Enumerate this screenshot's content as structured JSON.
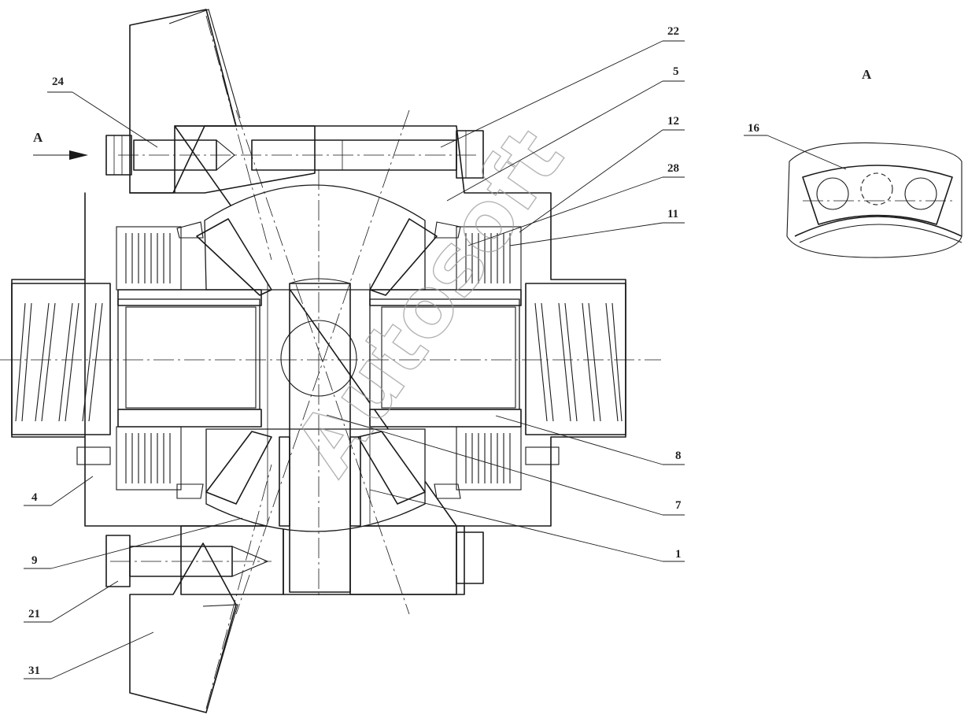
{
  "watermark": "Autosoft",
  "view_marker": {
    "label": "A"
  },
  "detail_view": {
    "title": "A",
    "callout": "16"
  },
  "callouts": [
    {
      "id": "24",
      "label": "24"
    },
    {
      "id": "22",
      "label": "22"
    },
    {
      "id": "5",
      "label": "5"
    },
    {
      "id": "12",
      "label": "12"
    },
    {
      "id": "28",
      "label": "28"
    },
    {
      "id": "11",
      "label": "11"
    },
    {
      "id": "8",
      "label": "8"
    },
    {
      "id": "7",
      "label": "7"
    },
    {
      "id": "1",
      "label": "1"
    },
    {
      "id": "4",
      "label": "4"
    },
    {
      "id": "9",
      "label": "9"
    },
    {
      "id": "21",
      "label": "21"
    },
    {
      "id": "31",
      "label": "31"
    }
  ]
}
